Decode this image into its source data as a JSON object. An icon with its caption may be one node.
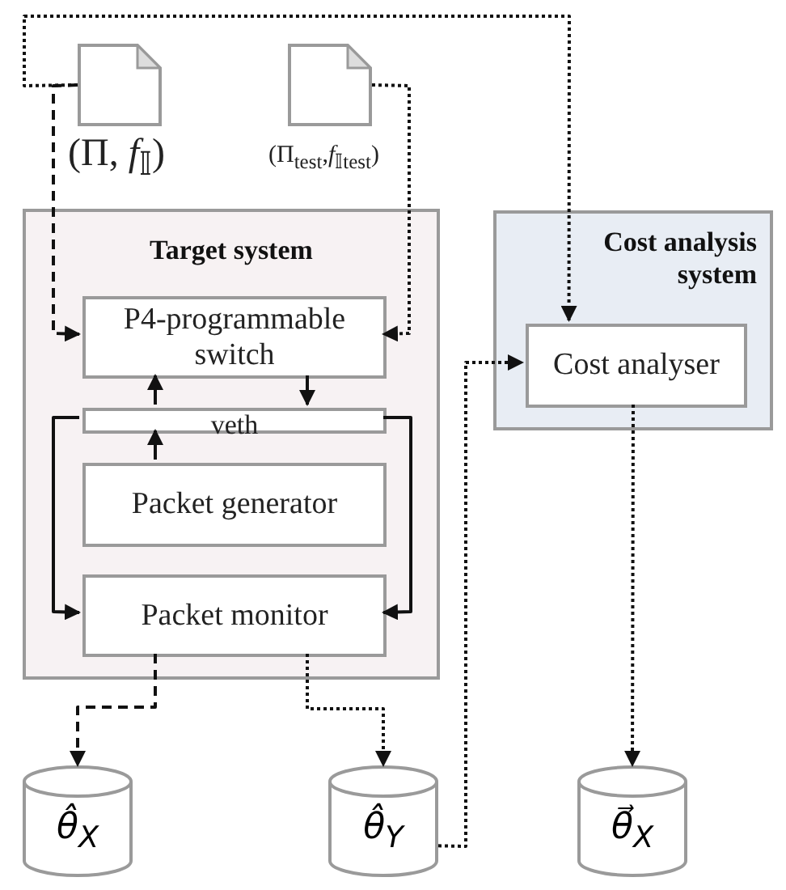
{
  "diagram": {
    "nodes": [
      {
        "text": [],
        "shape": "document",
        "beside": [
          "(Π, *f*$_{𝕀}$)"
        ]
      },
      {
        "text": [],
        "shape": "document",
        "beside": [
          "(Π$_{test}$,*f*$_{𝕀test}$)"
        ]
      },
      {
        "text": [
          "Target system"
        ]
      },
      {
        "text": [
          "P4-programmable switch"
        ],
        "in": 2
      },
      {
        "text": [
          "veth"
        ],
        "in": 2
      },
      {
        "text": [
          "Packet generator"
        ],
        "in": 2
      },
      {
        "text": [
          "Packet monitor"
        ],
        "in": 2
      },
      {
        "text": [
          "Cost analysis system"
        ]
      },
      {
        "text": [
          "Cost analyser"
        ],
        "in": 7
      },
      {
        "text": [
          "θ̂$_{X}$"
        ]
      },
      {
        "text": [
          "θ̂$_{Y}$"
        ]
      },
      {
        "text": [
          "θ⃗$_{X}$"
        ]
      }
    ],
    "edges": [
      {
        "from": 0,
        "to": 3,
        "arrow": "to",
        "style": "dashed"
      },
      {
        "from": 0,
        "to": 8,
        "arrow": "to",
        "style": "dashed"
      },
      {
        "from": 1,
        "to": 3,
        "arrow": "to",
        "style": "dashed"
      },
      {
        "from": 3,
        "to": 4,
        "arrow": "to"
      },
      {
        "from": 4,
        "to": 3,
        "arrow": "to"
      },
      {
        "from": 5,
        "to": 4,
        "arrow": "to"
      },
      {
        "from": 4,
        "to": 6,
        "arrow": "to"
      },
      {
        "from": 4,
        "to": 6,
        "arrow": "to"
      },
      {
        "from": 6,
        "to": 9,
        "arrow": "to",
        "style": "dashed"
      },
      {
        "from": 6,
        "to": 10,
        "arrow": "to",
        "style": "dashed"
      },
      {
        "from": 10,
        "to": 8,
        "arrow": "to",
        "style": "dashed"
      },
      {
        "from": 8,
        "to": 11,
        "arrow": "to",
        "style": "dashed"
      }
    ]
  }
}
